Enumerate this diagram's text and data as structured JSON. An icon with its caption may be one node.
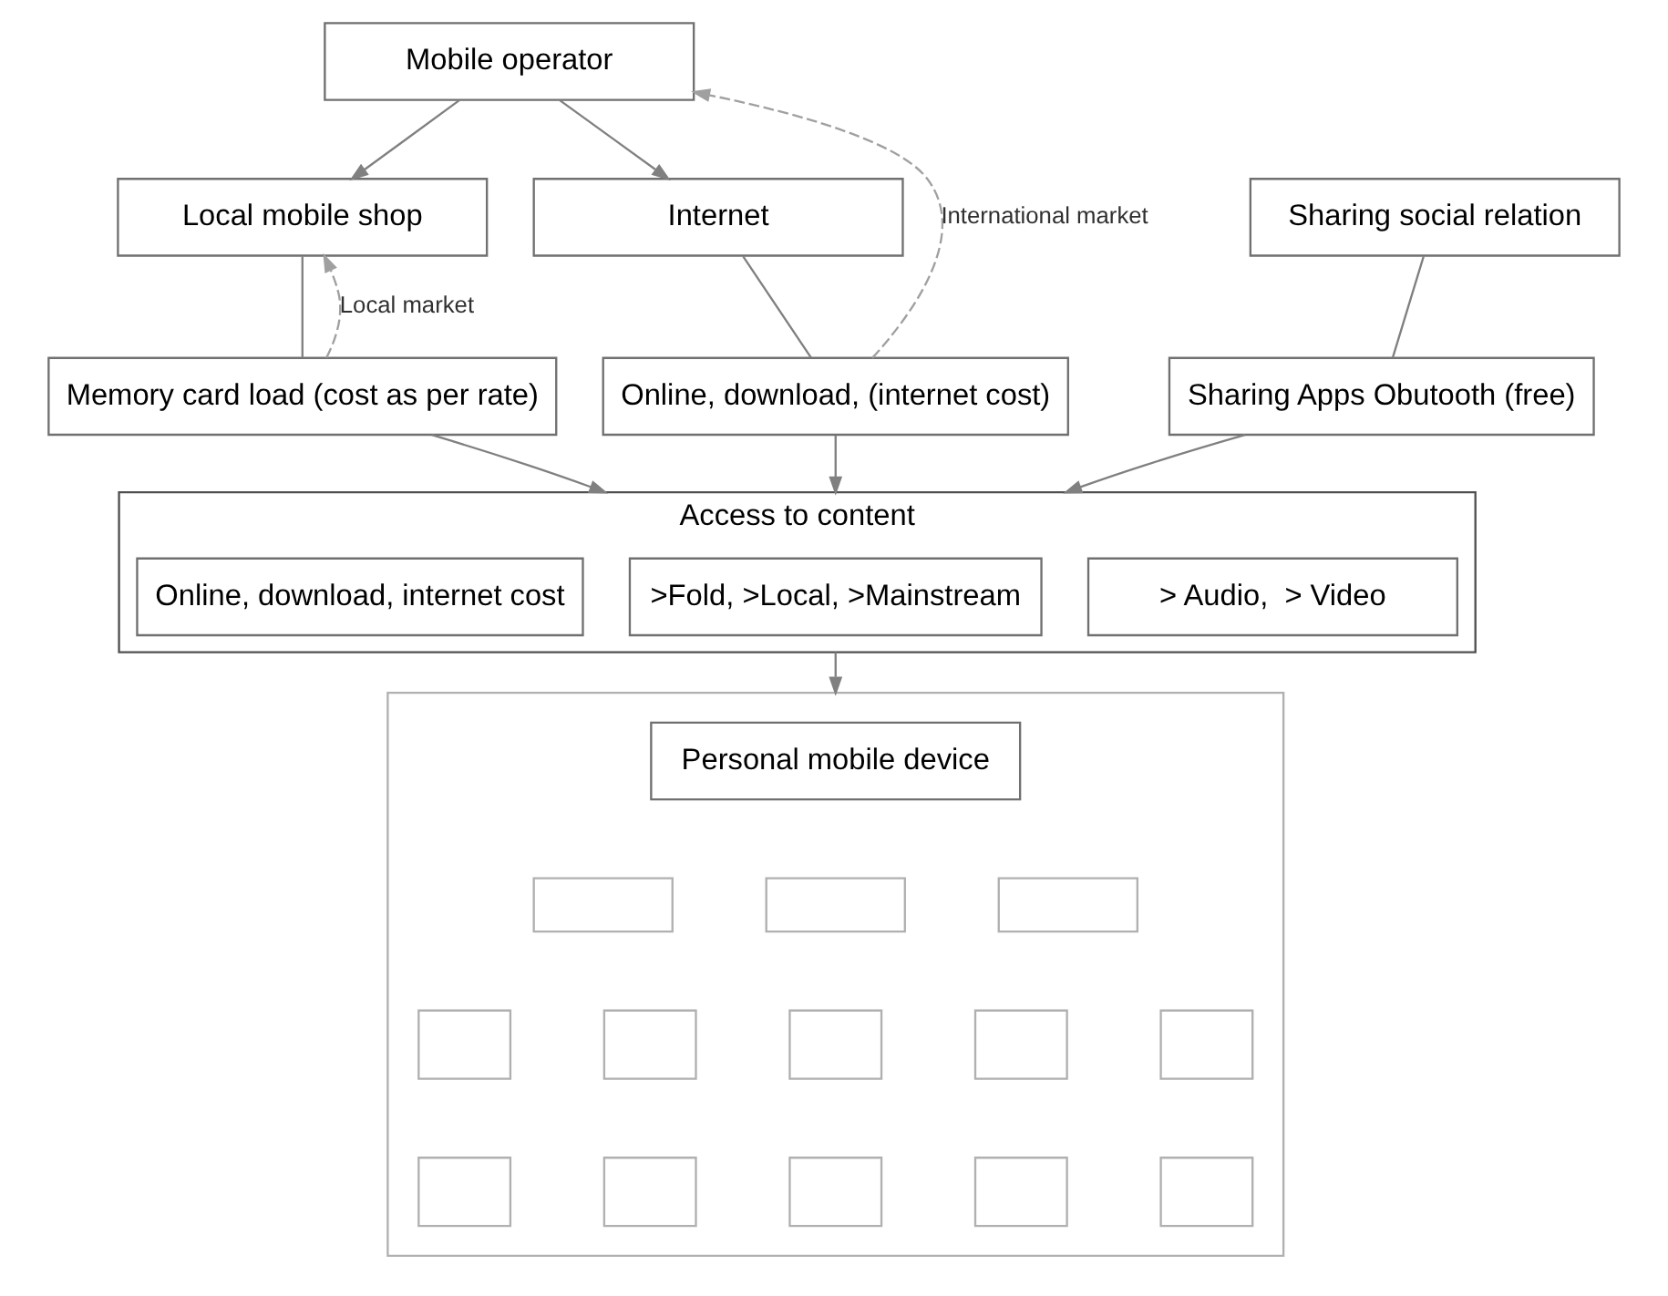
{
  "diagram": {
    "nodes": [
      {
        "text": [
          "Mobile operator"
        ]
      },
      {
        "text": [
          "Local mobile shop"
        ]
      },
      {
        "text": [
          "Sharing social relation"
        ]
      },
      {
        "text": [
          "Internet"
        ]
      },
      {
        "text": [
          "Memory card load (cost as per rate)"
        ]
      },
      {
        "text": [
          "Sharing Apps Obutooth (free)"
        ]
      },
      {
        "text": [
          "Online, download, (internet cost)"
        ]
      },
      {
        "text": [
          "Access to content"
        ]
      },
      {
        "text": [
          "> Audio,  > Video"
        ],
        "in": 7
      },
      {
        "text": [
          ">Fold, >Local, >Mainstream"
        ],
        "in": 7
      },
      {
        "text": [
          "Online, download, internet cost"
        ],
        "in": 7
      },
      {
        "text": [],
        "shape": "box"
      },
      {
        "text": [
          "Personal mobile device"
        ],
        "in": 11
      },
      {
        "text": [],
        "shape": "box",
        "in": 11
      },
      {
        "text": [],
        "shape": "box",
        "in": 11
      },
      {
        "text": [],
        "shape": "box",
        "in": 11
      },
      {
        "text": [],
        "shape": "box",
        "in": 11
      },
      {
        "text": [],
        "shape": "box",
        "in": 11
      },
      {
        "text": [],
        "shape": "box",
        "in": 11
      },
      {
        "text": [],
        "shape": "box",
        "in": 11
      },
      {
        "text": [],
        "shape": "box",
        "in": 11
      },
      {
        "text": [],
        "shape": "box",
        "in": 11
      },
      {
        "text": [],
        "shape": "box",
        "in": 11
      },
      {
        "text": [],
        "shape": "box",
        "in": 11
      },
      {
        "text": [],
        "shape": "box",
        "in": 11
      },
      {
        "text": [],
        "shape": "box",
        "in": 11
      }
    ],
    "edges": [
      {
        "from": 0,
        "to": 1,
        "arrow": "to"
      },
      {
        "from": 0,
        "to": 3,
        "arrow": "to"
      },
      {
        "from": 1,
        "to": 4,
        "arrow": "none"
      },
      {
        "from": 2,
        "to": 5,
        "arrow": "none"
      },
      {
        "from": 3,
        "to": 6,
        "arrow": "none"
      },
      {
        "from": 4,
        "to": 7,
        "arrow": "to"
      },
      {
        "from": 5,
        "to": 7,
        "arrow": "to"
      },
      {
        "from": 6,
        "to": 7,
        "arrow": "to"
      },
      {
        "from": 7,
        "to": 11,
        "arrow": "to"
      },
      {
        "from": 4,
        "to": 1,
        "arrow": "to",
        "label": "Local market",
        "style": "dashed",
        "color": "#a0a0a0"
      },
      {
        "from": 6,
        "to": 0,
        "arrow": "to",
        "label": "International market",
        "style": "dashed",
        "color": "#a0a0a0"
      }
    ]
  }
}
